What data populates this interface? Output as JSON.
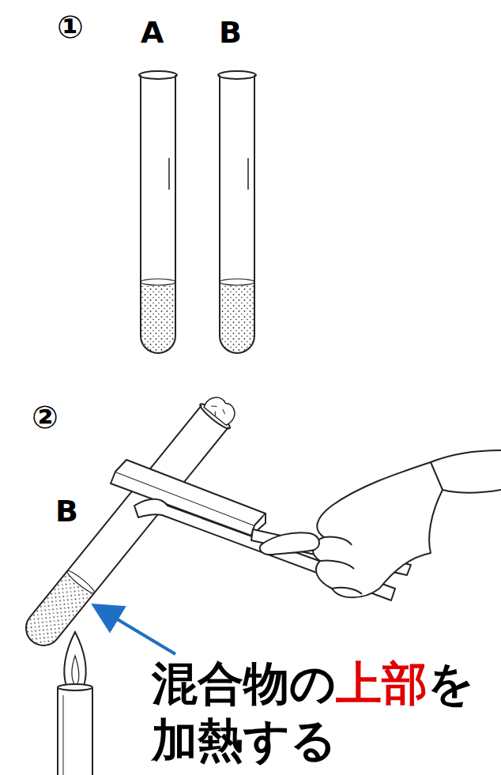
{
  "diagram": {
    "labels": [
      "①",
      "A",
      "B",
      "②",
      "B",
      "混合物の",
      "上部",
      "を",
      "加熱する"
    ]
  }
}
